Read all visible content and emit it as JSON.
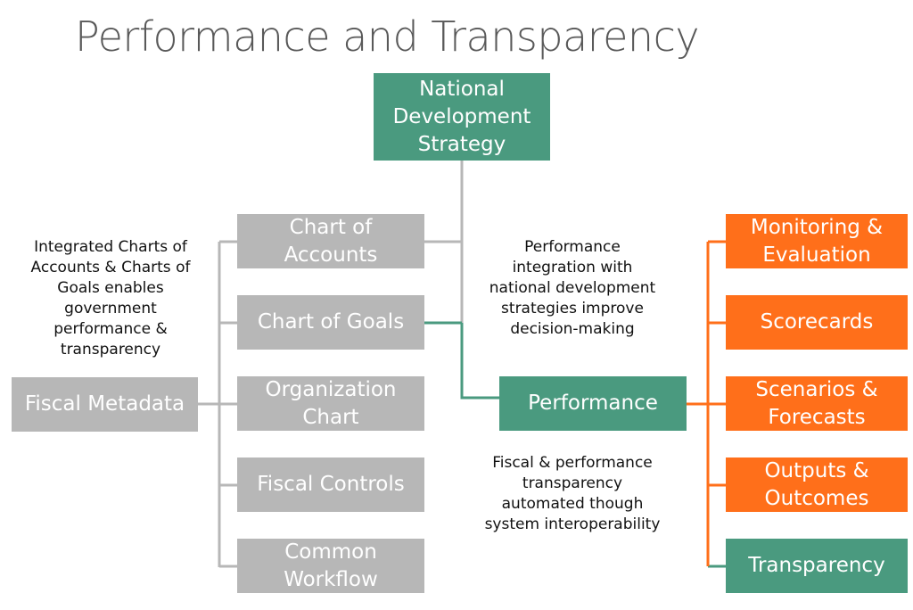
{
  "title": "Performance and Transparency",
  "colors": {
    "gray": "#b7b7b7",
    "teal": "#4a9a7f",
    "orange": "#ff6f1a",
    "title": "#595959"
  },
  "nodes": {
    "national_strategy": "National\nDevelopment\nStrategy",
    "fiscal_metadata": "Fiscal Metadata",
    "chart_of_accounts": "Chart of\nAccounts",
    "chart_of_goals": "Chart of Goals",
    "organization_chart": "Organization\nChart",
    "fiscal_controls": "Fiscal Controls",
    "common_workflow": "Common\nWorkflow",
    "performance": "Performance",
    "monitoring": "Monitoring &\nEvaluation",
    "scorecards": "Scorecards",
    "scenarios": "Scenarios &\nForecasts",
    "outputs": "Outputs &\nOutcomes",
    "transparency": "Transparency"
  },
  "notes": {
    "left": "Integrated Charts of\nAccounts & Charts of\nGoals enables\ngovernment\nperformance &\ntransparency",
    "center_top": "Performance\nintegration with\nnational development\nstrategies improve\ndecision-making",
    "center_bottom": "Fiscal & performance\ntransparency\nautomated though\nsystem interoperability"
  }
}
